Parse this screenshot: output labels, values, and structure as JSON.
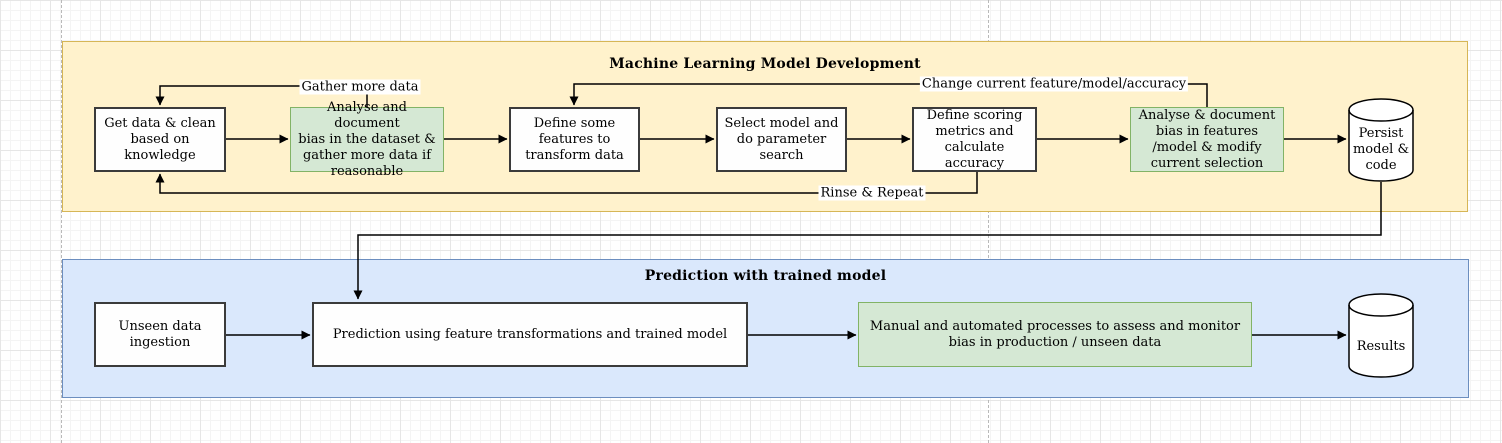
{
  "colors": {
    "ml_container_fill": "#FFF2CC",
    "ml_container_border": "#D6B656",
    "prediction_container_fill": "#DAE8FC",
    "prediction_container_border": "#6C8EBF",
    "green_node_fill": "#D5E8D4",
    "green_node_border": "#82B366",
    "white_node_fill": "#FEFEFE",
    "white_node_border": "#3b3b3b",
    "edge_color": "#000000"
  },
  "ml": {
    "title": "Machine Learning Model Development",
    "boxes": {
      "get_data": "Get data & clean\nbased on\nknowledge",
      "analyse_dataset_bias": "Analyse and document\nbias in the dataset &\ngather more data if\nreasonable",
      "define_features": "Define some\nfeatures to\ntransform data",
      "select_model": "Select model and\ndo parameter\nsearch",
      "define_scoring": "Define scoring\nmetrics and\ncalculate accuracy",
      "analyse_feature_bias": "Analyse & document\nbias in features\n/model & modify\ncurrent selection",
      "persist": "Persist\nmodel &\ncode"
    },
    "edge_labels": {
      "gather_more": "Gather more data",
      "change_current": "Change current feature/model/accuracy",
      "rinse_repeat": "Rinse & Repeat"
    }
  },
  "prediction": {
    "title": "Prediction with trained model",
    "boxes": {
      "unseen_data": "Unseen data\ningestion",
      "predict": "Prediction using feature transformations and trained model",
      "monitor_bias": "Manual and automated processes to assess and monitor\nbias in production / unseen data",
      "results": "Results"
    }
  }
}
